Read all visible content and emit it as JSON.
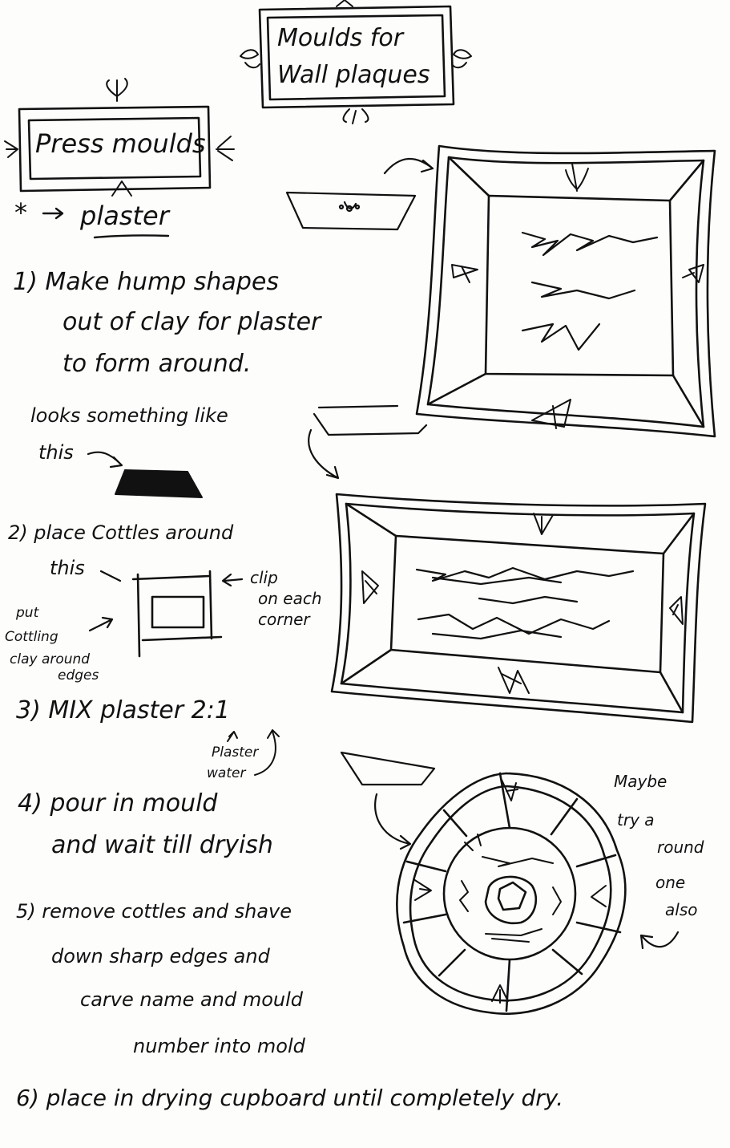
{
  "title": {
    "line1": "Moulds for",
    "line2": "Wall plaques"
  },
  "section_heading": "Press moulds",
  "material": {
    "marker": "*",
    "label": "plaster"
  },
  "steps": {
    "s1": {
      "line1": "1) Make hump shapes",
      "line2": "out of clay for plaster",
      "line3": "to form around."
    },
    "looks_note": {
      "line1": "looks something like",
      "line2": "this"
    },
    "s2": {
      "line1": "2) place Cottles around",
      "line2": "this"
    },
    "clip_note": {
      "line1": "clip",
      "line2": "on each",
      "line3": "corner"
    },
    "coddle_note": {
      "line1": "put",
      "line2": "Cottling",
      "line3": "clay around",
      "line4": "edges"
    },
    "s3": {
      "line1": "3) MIX plaster 2:1",
      "ratio_plaster": "Plaster",
      "ratio_water": "water"
    },
    "s4": {
      "line1": "4) pour in mould",
      "line2": "and wait till dryish"
    },
    "s5": {
      "line1": "5) remove cottles and shave",
      "line2": "down sharp edges and",
      "line3": "carve name and mould",
      "line4": "number into mold"
    },
    "s6": {
      "line1": "6) place in drying cupboard until completely dry."
    }
  },
  "round_note": {
    "line1": "Maybe",
    "line2": "try a",
    "line3": "round",
    "line4": "one",
    "line5": "also"
  },
  "colors": {
    "ink": "#111111",
    "paper": "#fdfdfc"
  }
}
